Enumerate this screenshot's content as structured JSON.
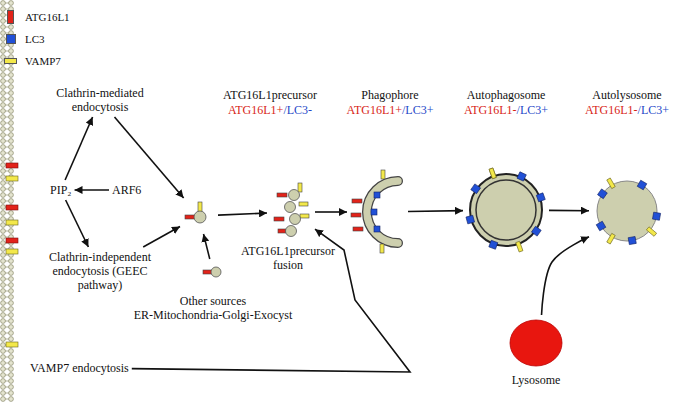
{
  "diagram": {
    "nodes": [
      {
        "text": [
          "Clathrin-mediated endocytosis"
        ]
      },
      {
        "text": [
          "PIP₂"
        ]
      },
      {
        "text": [
          "ARF6"
        ]
      },
      {
        "text": [
          "Clathrin-independent endocytosis (GEEC pathway)"
        ]
      },
      {
        "text": [
          "ATG16L1precursor",
          "ATG16L1+",
          "/LC3-"
        ]
      },
      {
        "text": [
          "ATG16L1precursor fusion"
        ]
      },
      {
        "text": [
          "Other sources",
          "ER-Mitochondria-Golgi-Exocyst"
        ]
      },
      {
        "text": [
          "VAMP7 endocytosis"
        ]
      },
      {
        "text": [
          "Phagophore",
          "ATG16L1+",
          "/LC3+"
        ]
      },
      {
        "text": [
          "Autophagosome",
          "ATG16L1-",
          "/LC3+"
        ]
      },
      {
        "text": [
          "Autolysosome",
          "ATG16L1-",
          "/LC3+"
        ]
      },
      {
        "text": [
          "Lysosome"
        ]
      }
    ],
    "edges": [
      {
        "from": 1,
        "to": 0,
        "arrow": "to"
      },
      {
        "from": 1,
        "to": 3,
        "arrow": "to"
      },
      {
        "from": 2,
        "to": 1,
        "arrow": "to"
      },
      {
        "from": 0,
        "to": 4,
        "arrow": "to"
      },
      {
        "from": 3,
        "to": 4,
        "arrow": "to"
      },
      {
        "from": 6,
        "to": 4,
        "arrow": "to"
      },
      {
        "from": 4,
        "to": 5,
        "arrow": "to"
      },
      {
        "from": 5,
        "to": 8,
        "arrow": "to"
      },
      {
        "from": 8,
        "to": 9,
        "arrow": "to"
      },
      {
        "from": 9,
        "to": 10,
        "arrow": "to"
      },
      {
        "from": 11,
        "to": 10,
        "arrow": "to"
      },
      {
        "from": 7,
        "to": 5,
        "arrow": "to"
      }
    ],
    "legend": [
      {
        "text": "ATG16L1",
        "color": "#e2231a"
      },
      {
        "text": "LC3",
        "color": "#2150d6"
      },
      {
        "text": "VAMP7",
        "color": "#f3e84a"
      }
    ]
  }
}
